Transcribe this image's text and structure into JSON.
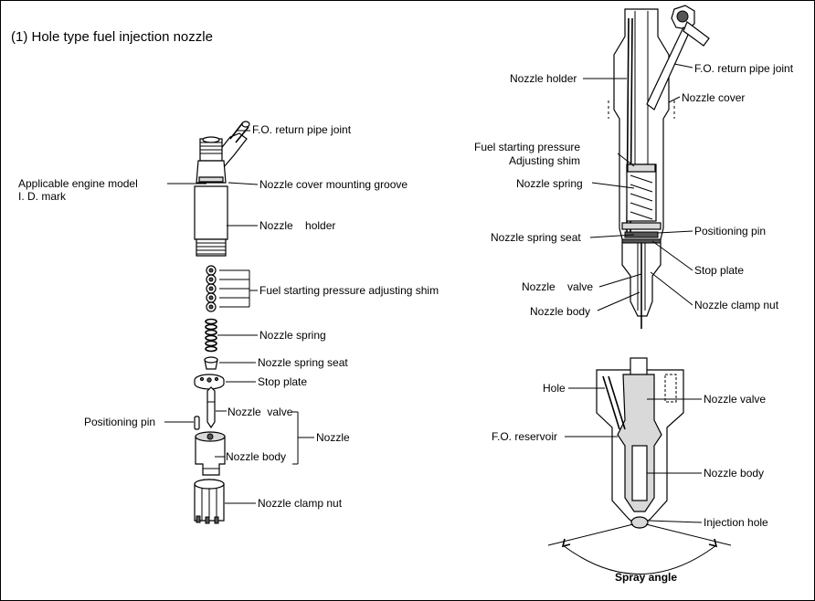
{
  "title": "(1) Hole type fuel injection nozzle",
  "exploded_view": {
    "labels": {
      "return_pipe_joint": "F.O. return pipe joint",
      "engine_model": "Applicable engine model",
      "id_mark": "I. D. mark",
      "cover_groove": "Nozzle cover mounting groove",
      "holder": "Nozzle    holder",
      "shim": "Fuel starting pressure adjusting shim",
      "spring": "Nozzle spring",
      "spring_seat": "Nozzle spring seat",
      "stop_plate": "Stop plate",
      "positioning_pin": "Positioning pin",
      "valve": "Nozzle  valve",
      "body": "Nozzle body",
      "nozzle": "Nozzle",
      "clamp_nut": "Nozzle clamp nut"
    }
  },
  "assembly_view": {
    "labels": {
      "holder": "Nozzle holder",
      "return_pipe_joint": "F.O. return pipe joint",
      "cover": "Nozzle cover",
      "fsp_line1": "Fuel starting pressure",
      "fsp_line2": "Adjusting shim",
      "spring": "Nozzle spring",
      "spring_seat": "Nozzle spring seat",
      "positioning_pin": "Positioning pin",
      "stop_plate": "Stop plate",
      "valve": "Nozzle    valve",
      "clamp_nut": "Nozzle clamp nut",
      "body": "Nozzle body"
    }
  },
  "detail_view": {
    "labels": {
      "hole": "Hole",
      "valve": "Nozzle valve",
      "reservoir": "F.O. reservoir",
      "body": "Nozzle body",
      "injection_hole": "Injection hole",
      "spray_angle": "Spray angle"
    }
  }
}
